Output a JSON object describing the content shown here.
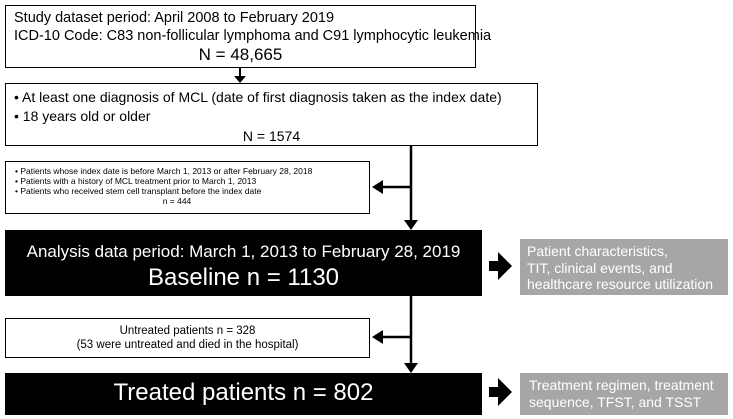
{
  "study_box": {
    "line1": "Study dataset period: April 2008 to February 2019",
    "line2": "ICD-10 Code: C83 non-follicular lymphoma and C91 lymphocytic leukemia",
    "count": "N = 48,665"
  },
  "inclusion_box": {
    "items": [
      "• At least one diagnosis of MCL (date of first diagnosis taken as the index date)",
      "• 18 years old or older"
    ],
    "count": "N = 1574"
  },
  "exclusion_box": {
    "items": [
      "• Patients whose index date is before March 1, 2013 or after February 28, 2018",
      "• Patients with a history of MCL treatment prior to March 1, 2013",
      "• Patients who received stem cell transplant before the index date"
    ],
    "count": "n = 444"
  },
  "baseline_box": {
    "title": "Analysis data period: March 1, 2013 to February 28, 2019",
    "count": "Baseline n = 1130"
  },
  "baseline_outcomes": {
    "lines": [
      "Patient characteristics,",
      "TIT, clinical events, and",
      "healthcare resource utilization"
    ]
  },
  "untreated_box": {
    "line1": "Untreated patients n = 328",
    "line2": "(53 were untreated and died in the hospital)"
  },
  "treated_box": {
    "count": "Treated patients n = 802"
  },
  "treated_outcomes": {
    "lines": [
      "Treatment regimen, treatment",
      "sequence, TFST, and TSST"
    ]
  },
  "colors": {
    "dark_box": "#000000",
    "grey_box": "#a6a6a6",
    "outline": "#000000"
  }
}
